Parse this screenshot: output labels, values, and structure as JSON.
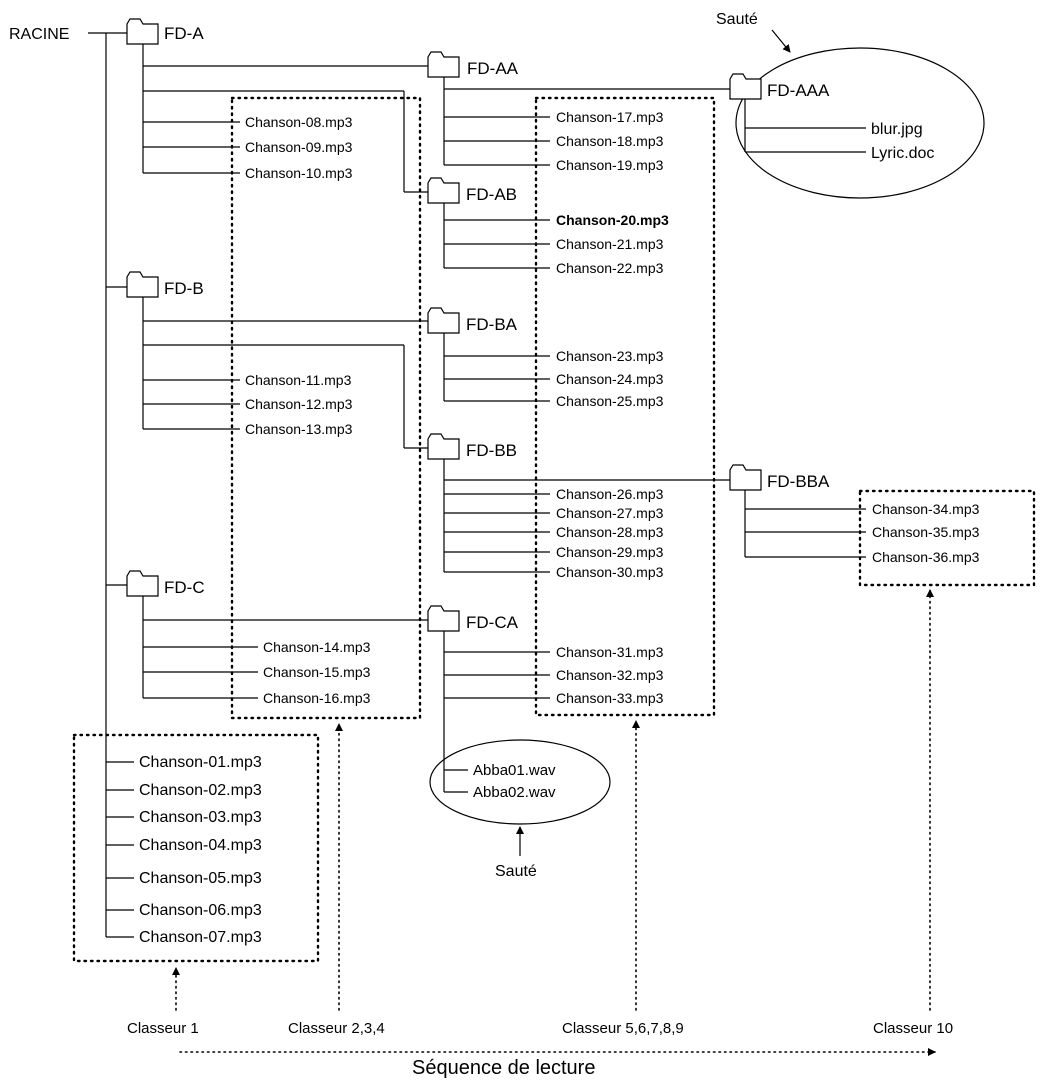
{
  "root": "RACINE",
  "folders": {
    "fd_a": "FD-A",
    "fd_aa": "FD-AA",
    "fd_aaa": "FD-AAA",
    "fd_ab": "FD-AB",
    "fd_b": "FD-B",
    "fd_ba": "FD-BA",
    "fd_bb": "FD-BB",
    "fd_bba": "FD-BBA",
    "fd_c": "FD-C",
    "fd_ca": "FD-CA"
  },
  "files": {
    "c01": "Chanson-01.mp3",
    "c02": "Chanson-02.mp3",
    "c03": "Chanson-03.mp3",
    "c04": "Chanson-04.mp3",
    "c05": "Chanson-05.mp3",
    "c06": "Chanson-06.mp3",
    "c07": "Chanson-07.mp3",
    "c08": "Chanson-08.mp3",
    "c09": "Chanson-09.mp3",
    "c10": "Chanson-10.mp3",
    "c11": "Chanson-11.mp3",
    "c12": "Chanson-12.mp3",
    "c13": "Chanson-13.mp3",
    "c14": "Chanson-14.mp3",
    "c15": "Chanson-15.mp3",
    "c16": "Chanson-16.mp3",
    "c17": "Chanson-17.mp3",
    "c18": "Chanson-18.mp3",
    "c19": "Chanson-19.mp3",
    "c20": "Chanson-20.mp3",
    "c21": "Chanson-21.mp3",
    "c22": "Chanson-22.mp3",
    "c23": "Chanson-23.mp3",
    "c24": "Chanson-24.mp3",
    "c25": "Chanson-25.mp3",
    "c26": "Chanson-26.mp3",
    "c27": "Chanson-27.mp3",
    "c28": "Chanson-28.mp3",
    "c29": "Chanson-29.mp3",
    "c30": "Chanson-30.mp3",
    "c31": "Chanson-31.mp3",
    "c32": "Chanson-32.mp3",
    "c33": "Chanson-33.mp3",
    "c34": "Chanson-34.mp3",
    "c35": "Chanson-35.mp3",
    "c36": "Chanson-36.mp3",
    "blur": "blur.jpg",
    "lyric": "Lyric.doc",
    "abba01": "Abba01.wav",
    "abba02": "Abba02.wav"
  },
  "skipped_label": "Sauté",
  "classeurs": {
    "c1": "Classeur 1",
    "c234": "Classeur 2,3,4",
    "c56789": "Classeur 5,6,7,8,9",
    "c10": "Classeur 10"
  },
  "sequence_label": "Séquence de lecture"
}
